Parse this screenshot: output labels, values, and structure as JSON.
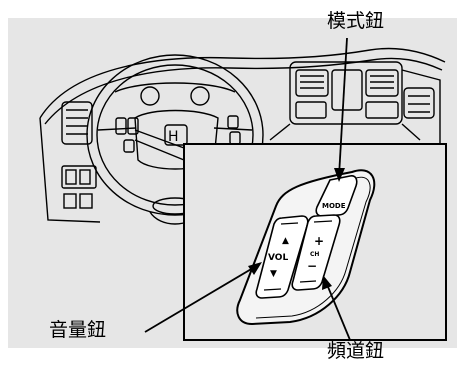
{
  "labels": {
    "mode_button": "模式鈕",
    "volume_button": "音量鈕",
    "channel_button": "頻道鈕"
  },
  "panel": {
    "mode_text": "MODE",
    "vol_text": "VOL",
    "ch_text": "CH",
    "plus": "+",
    "minus": "−",
    "up_arrow": "▲",
    "down_arrow": "▼"
  },
  "colors": {
    "background": "#ffffff",
    "drawing_area": "#e6e6e6",
    "line": "#000000"
  }
}
